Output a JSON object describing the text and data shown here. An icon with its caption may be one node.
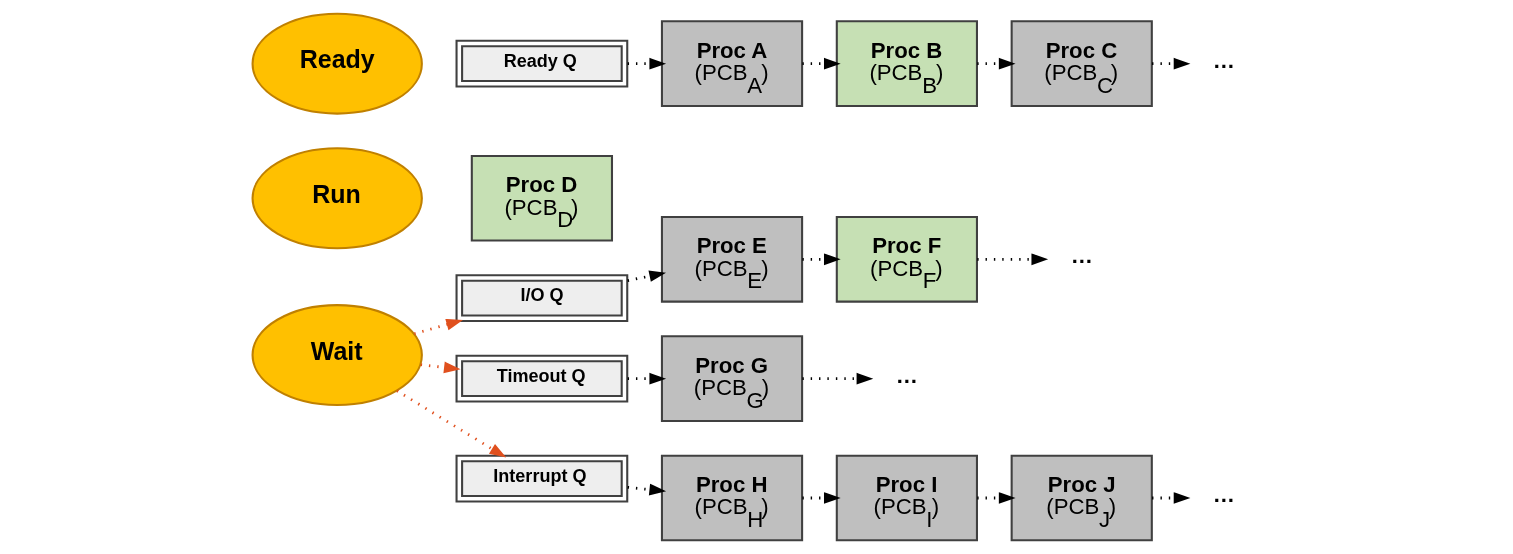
{
  "diagram": {
    "nodes": [
      {
        "text": [
          "Ready"
        ]
      },
      {
        "text": [
          "Ready Q"
        ]
      },
      {
        "text": [
          "Proc A",
          "(PCB$_{A}$)"
        ]
      },
      {
        "text": [
          "Proc B",
          "(PCB$_{B}$)"
        ]
      },
      {
        "text": [
          "Proc C",
          "(PCB$_{C}$)"
        ]
      },
      {
        "text": [
          "…"
        ]
      },
      {
        "text": [
          "Run"
        ]
      },
      {
        "text": [
          "Proc D",
          "(PCB$_{D}$)"
        ]
      },
      {
        "text": [
          "Wait"
        ]
      },
      {
        "text": [
          "I/O Q"
        ]
      },
      {
        "text": [
          "Proc E",
          "(PCB$_{E}$)"
        ]
      },
      {
        "text": [
          "Proc F",
          "(PCB$_{F}$)"
        ]
      },
      {
        "text": [
          "…"
        ]
      },
      {
        "text": [
          "Timeout Q"
        ]
      },
      {
        "text": [
          "Proc G",
          "(PCB$_{G}$)"
        ]
      },
      {
        "text": [
          "…"
        ]
      },
      {
        "text": [
          "Interrupt Q"
        ]
      },
      {
        "text": [
          "Proc H",
          "(PCB$_{H}$)"
        ]
      },
      {
        "text": [
          "Proc I",
          "(PCB$_{I}$)"
        ]
      },
      {
        "text": [
          "Proc J",
          "(PCB$_{J}$)"
        ]
      },
      {
        "text": [
          "…"
        ]
      }
    ],
    "edges": [
      {
        "from": 1,
        "to": 2,
        "arrow": "to"
      },
      {
        "from": 2,
        "to": 3,
        "arrow": "to"
      },
      {
        "from": 3,
        "to": 4,
        "arrow": "to"
      },
      {
        "from": 4,
        "to": 5,
        "arrow": "to"
      },
      {
        "from": 8,
        "to": 9,
        "arrow": "to",
        "color": "#e0501e"
      },
      {
        "from": 8,
        "to": 13,
        "arrow": "to",
        "color": "#e0501e"
      },
      {
        "from": 8,
        "to": 16,
        "arrow": "to",
        "color": "#e0501e"
      },
      {
        "from": 9,
        "to": 10,
        "arrow": "to"
      },
      {
        "from": 10,
        "to": 11,
        "arrow": "to"
      },
      {
        "from": 11,
        "to": 12,
        "arrow": "to"
      },
      {
        "from": 13,
        "to": 14,
        "arrow": "to"
      },
      {
        "from": 14,
        "to": 15,
        "arrow": "to"
      },
      {
        "from": 16,
        "to": 17,
        "arrow": "to"
      },
      {
        "from": 17,
        "to": 18,
        "arrow": "to"
      },
      {
        "from": 18,
        "to": 19,
        "arrow": "to"
      },
      {
        "from": 19,
        "to": 20,
        "arrow": "to"
      }
    ]
  }
}
